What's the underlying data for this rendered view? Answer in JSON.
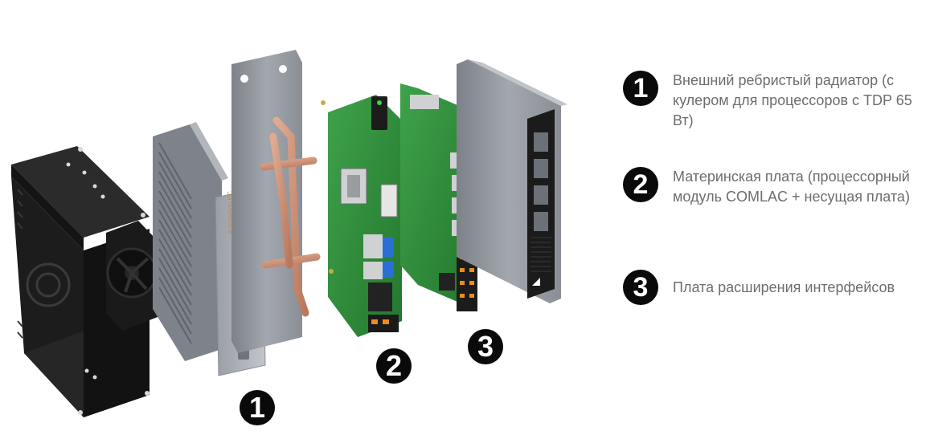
{
  "callouts": {
    "c1": "1",
    "c2": "2",
    "c3": "3"
  },
  "bracket_label": "Automation PC",
  "legend": [
    {
      "num": "1",
      "text": "Внешний ребристый радиатор (с кулером для процессоров с TDP 65 Вт)"
    },
    {
      "num": "2",
      "text": "Материнская плата (процессорный модуль COMLAC + несущая плата)"
    },
    {
      "num": "3",
      "text": "Плата расширения интерфейсов"
    }
  ],
  "colors": {
    "badge": "#0a0a0a",
    "legend_text": "#6d6d6d",
    "chassis": "#1e1e1e",
    "heatsink": "#8c9098",
    "pcb": "#2f8f3a",
    "copper": "#c98f73",
    "port_blue": "#2a6fd6",
    "terminal_orange": "#f08a1c"
  }
}
